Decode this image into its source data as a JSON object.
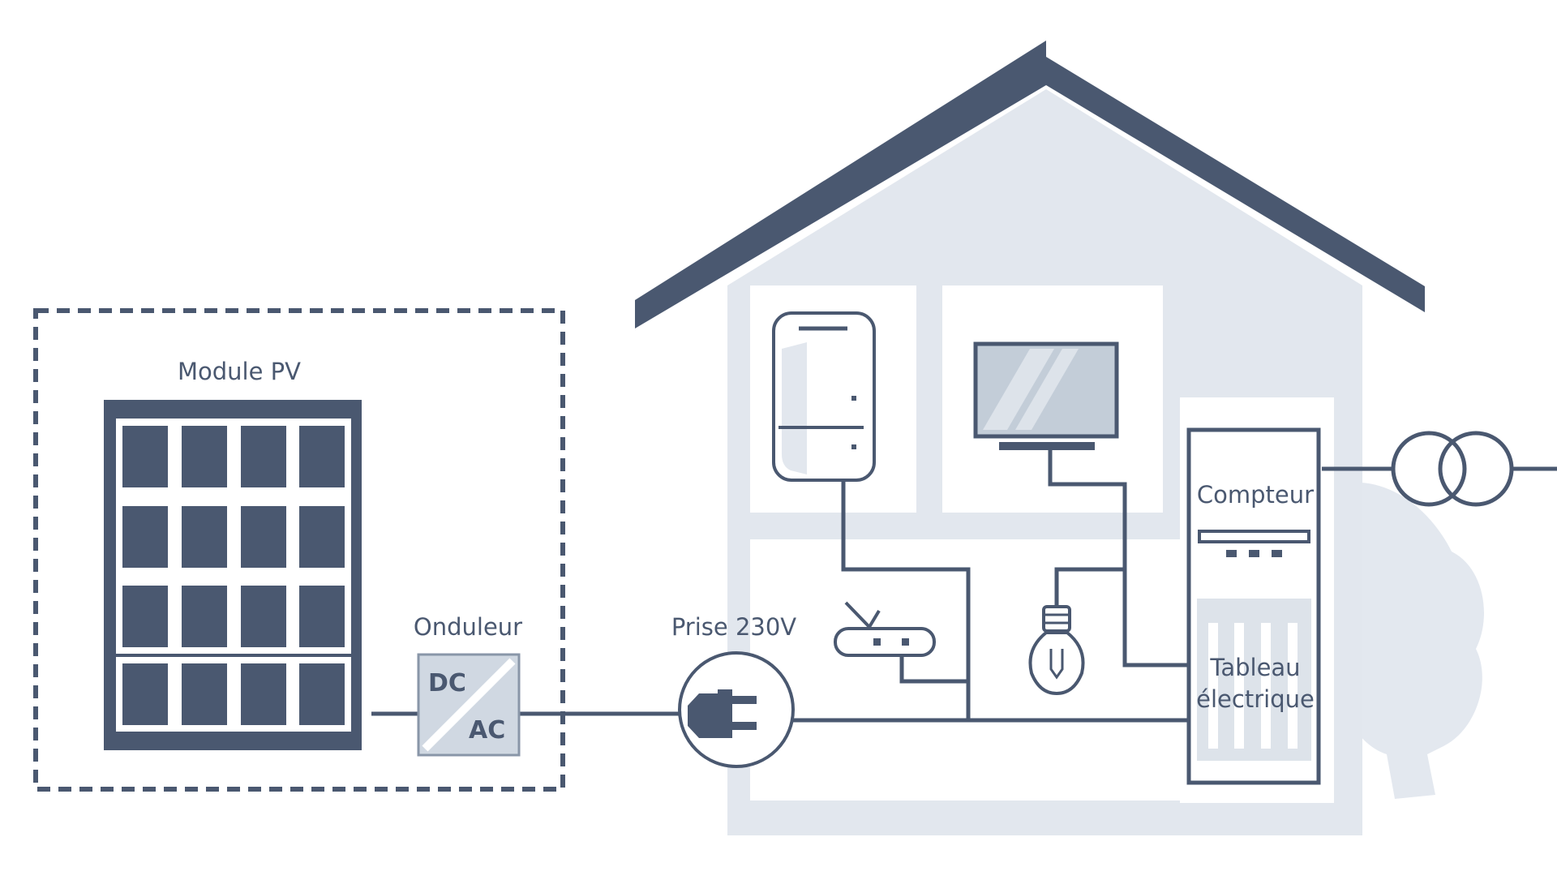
{
  "diagram": {
    "colors": {
      "dark": "#4a5870",
      "house_fill": "#e2e7ee",
      "panel_white": "#ffffff",
      "line": "#4a5870",
      "light": "#c3cdd8"
    },
    "labels": {
      "module_pv": "Module PV",
      "onduleur": "Onduleur",
      "dc": "DC",
      "ac": "AC",
      "prise": "Prise 230V",
      "compteur": "Compteur",
      "tableau_line1": "Tableau",
      "tableau_line2": "électrique"
    },
    "icons": [
      "solar-panel-icon",
      "inverter-icon",
      "plug-icon",
      "water-heater-icon",
      "tv-icon",
      "router-icon",
      "light-bulb-icon",
      "electric-meter-icon",
      "transformer-icon",
      "tree-icon"
    ]
  }
}
